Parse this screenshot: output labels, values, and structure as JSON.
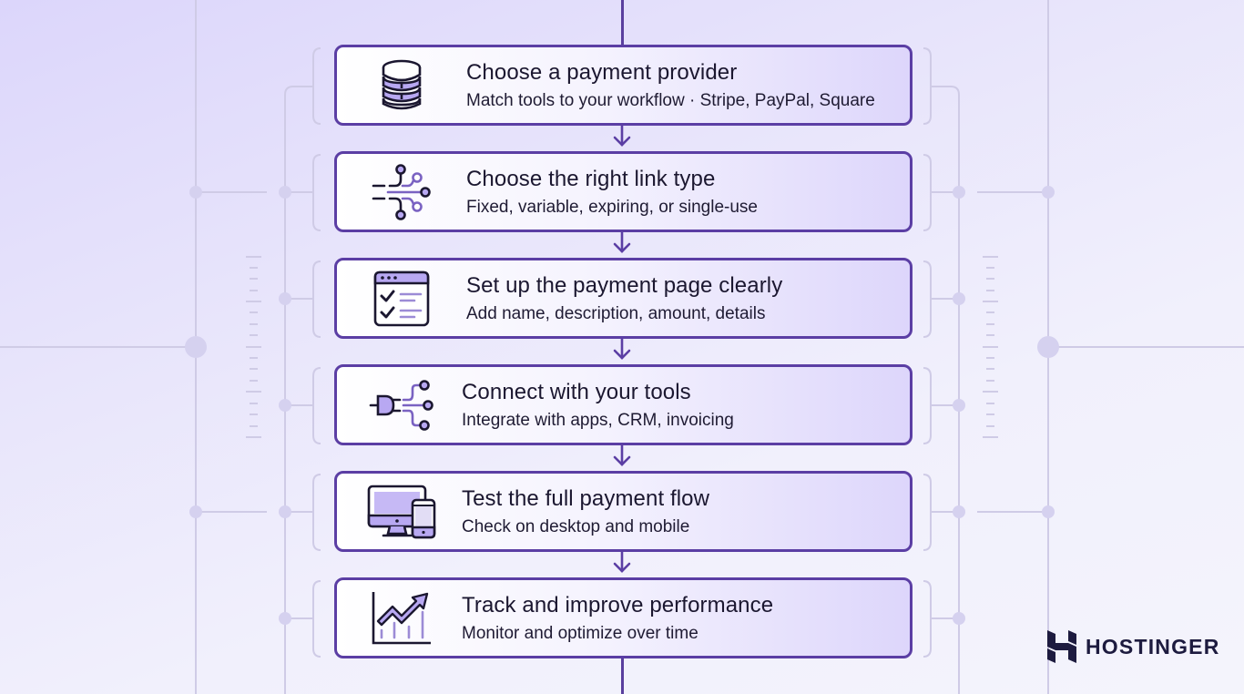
{
  "diagram": {
    "type": "vertical-process-flow",
    "steps": [
      {
        "title": "Choose a payment provider",
        "subtitle": "Match tools to your workflow · Stripe, PayPal, Square",
        "icon": "database-stack-icon"
      },
      {
        "title": "Choose the right link type",
        "subtitle": "Fixed, variable, expiring, or single-use",
        "icon": "branching-links-icon"
      },
      {
        "title": "Set up the payment page clearly",
        "subtitle": "Add name, description, amount, details",
        "icon": "checklist-page-icon"
      },
      {
        "title": "Connect with your tools",
        "subtitle": "Integrate with apps, CRM, invoicing",
        "icon": "plug-integration-icon"
      },
      {
        "title": "Test the full payment flow",
        "subtitle": "Check on desktop and mobile",
        "icon": "desktop-mobile-icon"
      },
      {
        "title": "Track and improve performance",
        "subtitle": "Monitor and optimize over time",
        "icon": "trend-chart-icon"
      }
    ],
    "connector": "down-arrow-icon"
  },
  "brand": {
    "name": "HOSTINGER",
    "icon": "hostinger-logo-icon"
  },
  "colors": {
    "accent": "#5b3ea4",
    "icon_fill": "#b8a8f2",
    "text": "#1b1730",
    "background_start": "#dcd6fb",
    "background_end": "#f4f4fc",
    "decor_lines": "#cfcbe6"
  }
}
